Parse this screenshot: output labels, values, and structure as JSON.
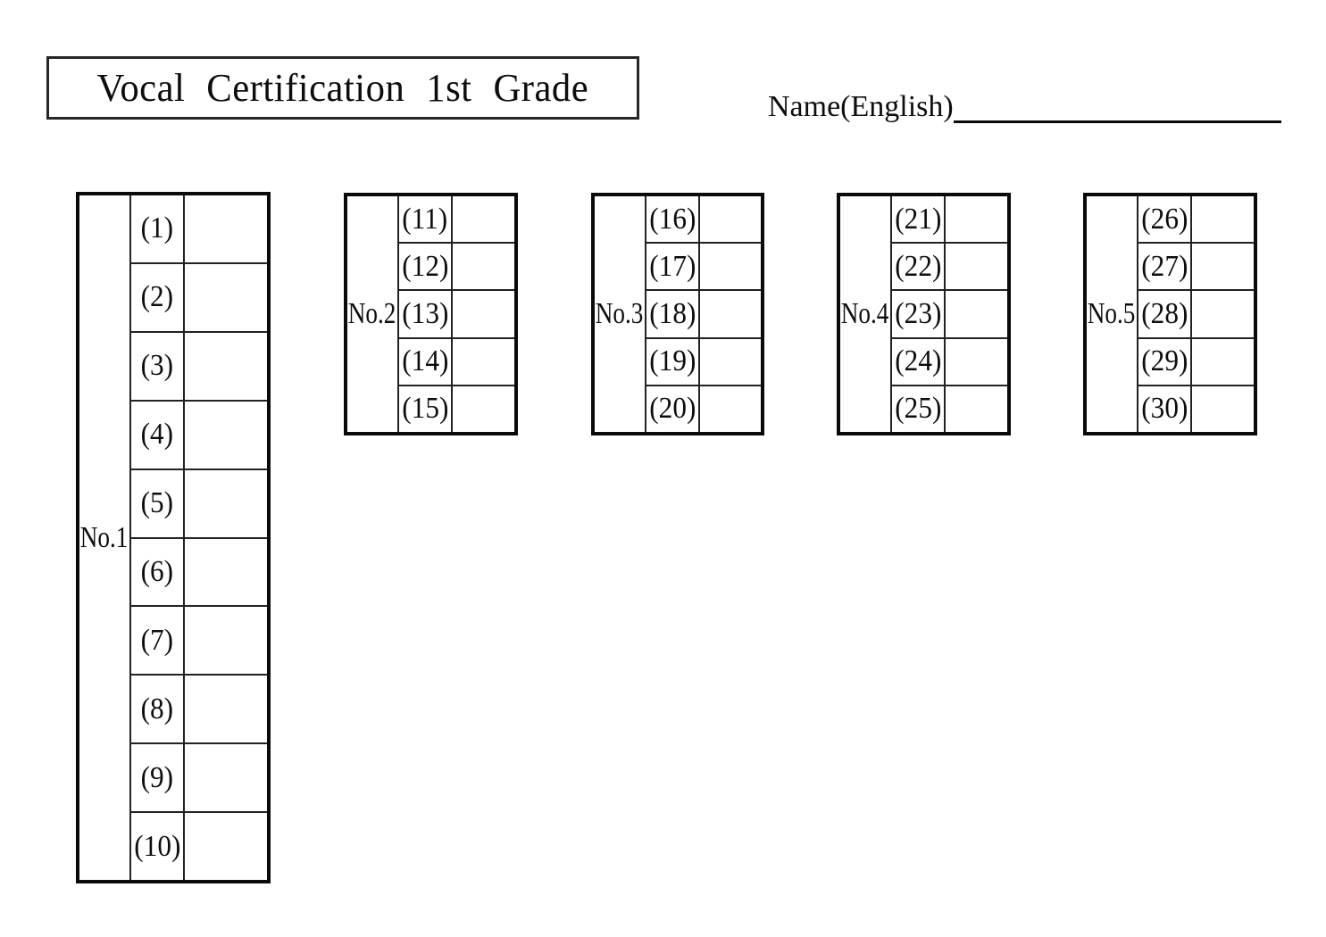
{
  "title": "Vocal Certification 1st Grade",
  "name_field": {
    "label": "Name(English)",
    "value": ""
  },
  "tables": [
    {
      "label": "No.1",
      "rows": [
        "(1)",
        "(2)",
        "(3)",
        "(4)",
        "(5)",
        "(6)",
        "(7)",
        "(8)",
        "(9)",
        "(10)"
      ]
    },
    {
      "label": "No.2",
      "rows": [
        "(11)",
        "(12)",
        "(13)",
        "(14)",
        "(15)"
      ]
    },
    {
      "label": "No.3",
      "rows": [
        "(16)",
        "(17)",
        "(18)",
        "(19)",
        "(20)"
      ]
    },
    {
      "label": "No.4",
      "rows": [
        "(21)",
        "(22)",
        "(23)",
        "(24)",
        "(25)"
      ]
    },
    {
      "label": "No.5",
      "rows": [
        "(26)",
        "(27)",
        "(28)",
        "(29)",
        "(30)"
      ]
    }
  ]
}
